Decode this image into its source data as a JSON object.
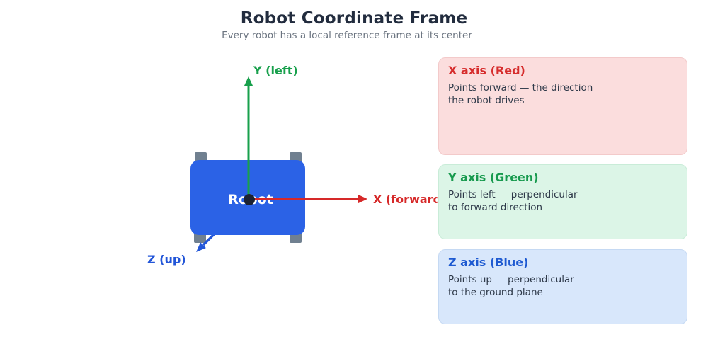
{
  "header": {
    "title": "Robot Coordinate Frame",
    "subtitle": "Every robot has a local reference frame at its center"
  },
  "diagram": {
    "robot_label": "Robot",
    "axis_labels": {
      "x": "X (forward)",
      "y": "Y (left)",
      "z": "Z (up)"
    },
    "colors": {
      "x_axis": "#d62929",
      "y_axis": "#18a04c",
      "z_axis": "#2356d8",
      "robot_body": "#2b62e6",
      "wheel": "#708090",
      "origin_dot": "#1b2232",
      "robot_label_text": "#ffffff"
    }
  },
  "cards": [
    {
      "title": "X axis (Red)",
      "line1": "Points forward — the direction",
      "line2": "the robot drives",
      "bg": "#fbdddd",
      "title_color": "#d62c2c"
    },
    {
      "title": "Y axis (Green)",
      "line1": "Points left — perpendicular",
      "line2": "to forward direction",
      "bg": "#dcf5e7",
      "title_color": "#179a4e"
    },
    {
      "title": "Z axis (Blue)",
      "line1": "Points up — perpendicular",
      "line2": "to the ground plane",
      "bg": "#d8e7fb",
      "title_color": "#1e5ad1"
    }
  ]
}
